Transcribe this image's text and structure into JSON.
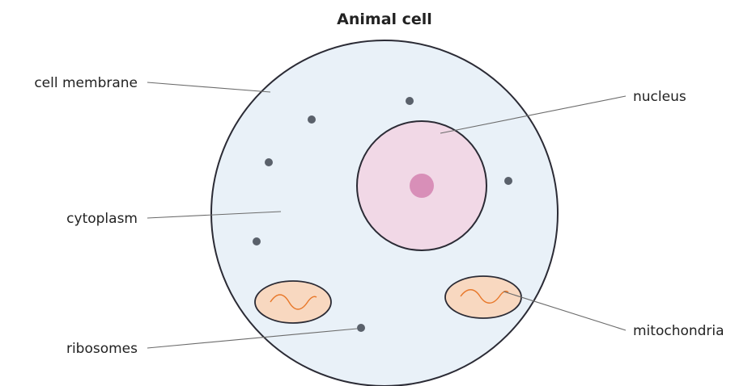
{
  "title": "Animal cell",
  "labels": {
    "cell_membrane": "cell membrane",
    "cytoplasm": "cytoplasm",
    "ribosomes": "ribosomes",
    "nucleus": "nucleus",
    "mitochondria": "mitochondria"
  },
  "colors": {
    "membrane_stroke": "#2b2b35",
    "cytoplasm_fill": "#e9f1f8",
    "nucleus_fill": "#f1d8e6",
    "nucleolus_fill": "#d88fb8",
    "mitochondria_fill": "#f8d8c0",
    "mitochondria_crista": "#e8782a",
    "ribosome_fill": "#5a616b",
    "leader_line": "#6b6b6b",
    "text": "#222222"
  }
}
